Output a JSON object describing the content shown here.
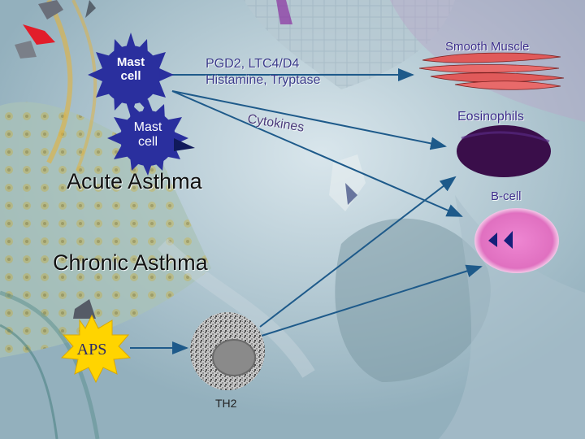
{
  "slide": {
    "mast_cell_top": "Mast cell",
    "mast_cell_bottom": "Mast cell",
    "mediators_line1": "PGD2, LTC4/D4",
    "mediators_line2": "Histamine, Tryptase",
    "cytokines": "Cytokines",
    "acute_asthma": "Acute Asthma",
    "chronic_asthma": "Chronic Asthma",
    "aps": "APS",
    "th2": "TH2",
    "smooth_muscle": "Smooth Muscle",
    "eosinophils": "Eosinophils",
    "b_cell": "B-cell"
  },
  "colors": {
    "mast_cell": "#2a2f9e",
    "arrow": "#1e5a8a",
    "smooth_muscle": "#e05a5a",
    "eosinophil": "#3a0e4a",
    "b_cell": "#e97ec9",
    "aps_star": "#ffd400",
    "background": "#9fb8c4"
  }
}
